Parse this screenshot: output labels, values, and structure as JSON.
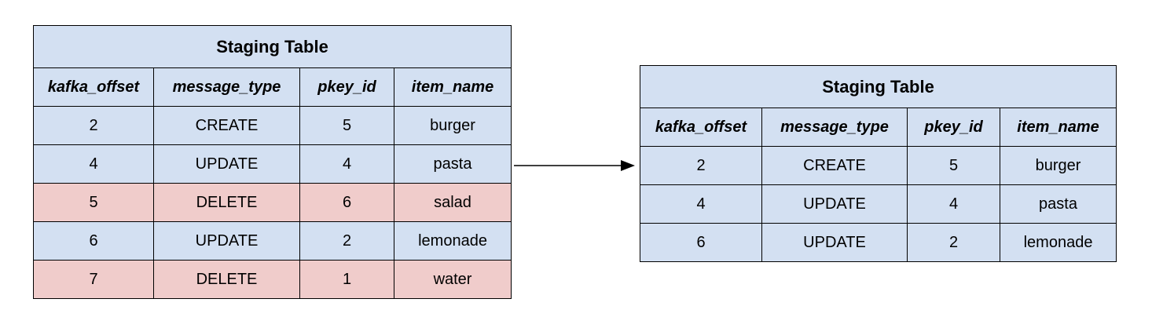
{
  "colors": {
    "normal_row": "#d3e0f2",
    "deleted_row": "#f0cccb",
    "border": "#000000"
  },
  "left_table": {
    "title": "Staging Table",
    "columns": [
      "kafka_offset",
      "message_type",
      "pkey_id",
      "item_name"
    ],
    "rows": [
      {
        "kafka_offset": "2",
        "message_type": "CREATE",
        "pkey_id": "5",
        "item_name": "burger",
        "status": "normal"
      },
      {
        "kafka_offset": "4",
        "message_type": "UPDATE",
        "pkey_id": "4",
        "item_name": "pasta",
        "status": "normal"
      },
      {
        "kafka_offset": "5",
        "message_type": "DELETE",
        "pkey_id": "6",
        "item_name": "salad",
        "status": "deleted"
      },
      {
        "kafka_offset": "6",
        "message_type": "UPDATE",
        "pkey_id": "2",
        "item_name": "lemonade",
        "status": "normal"
      },
      {
        "kafka_offset": "7",
        "message_type": "DELETE",
        "pkey_id": "1",
        "item_name": "water",
        "status": "deleted"
      }
    ]
  },
  "right_table": {
    "title": "Staging Table",
    "columns": [
      "kafka_offset",
      "message_type",
      "pkey_id",
      "item_name"
    ],
    "rows": [
      {
        "kafka_offset": "2",
        "message_type": "CREATE",
        "pkey_id": "5",
        "item_name": "burger",
        "status": "normal"
      },
      {
        "kafka_offset": "4",
        "message_type": "UPDATE",
        "pkey_id": "4",
        "item_name": "pasta",
        "status": "normal"
      },
      {
        "kafka_offset": "6",
        "message_type": "UPDATE",
        "pkey_id": "2",
        "item_name": "lemonade",
        "status": "normal"
      }
    ]
  },
  "connector": {
    "icon": "right-arrow-icon",
    "from": "left_table",
    "to": "right_table"
  }
}
